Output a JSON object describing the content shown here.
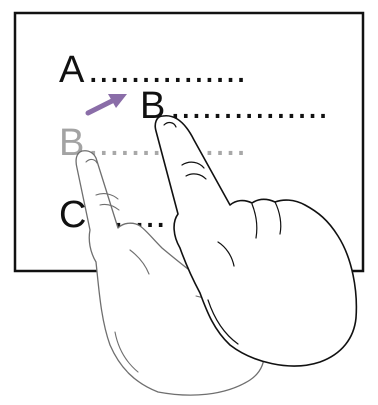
{
  "diagram": {
    "rows": [
      {
        "letter": "A",
        "leader": "..............."
      },
      {
        "letter": "B",
        "leader": "..............."
      },
      {
        "letter": "B",
        "leader": "..............."
      },
      {
        "letter": "C",
        "leader": "......."
      }
    ],
    "colors": {
      "frame": "#111111",
      "text": "#111111",
      "ghost_text": "#a3a3a3",
      "ghost_dots": "#a8a8a8",
      "arrow": "#8a6da8"
    }
  }
}
